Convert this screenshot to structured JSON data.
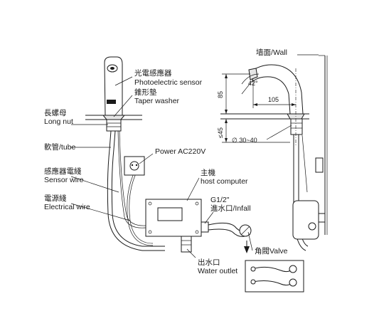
{
  "labels": {
    "photoelectric_sensor_zh": "光電感應器",
    "photoelectric_sensor_en": "Photoelectric sensor",
    "taper_washer_zh": "錐形墊",
    "taper_washer_en": "Taper washer",
    "long_nut_zh": "長螺母",
    "long_nut_en": "Long nut",
    "tube": "軟管/tube",
    "sensor_wire_zh": "感應器電綫",
    "sensor_wire_en": "Sensor wire",
    "electrical_wire_zh": "電源綫",
    "electrical_wire_en": "Electrical wire",
    "power": "Power AC220V",
    "host_computer_zh": "主機",
    "host_computer_en": "host computer",
    "inlet_size": "G1/2\"",
    "infall": "進水口/Infall",
    "valve": "角閥Valve",
    "water_outlet_zh": "出水口",
    "water_outlet_en": "Water outlet",
    "wall": "墙面/Wall"
  },
  "dimensions": {
    "angle": "42°",
    "reach": "105",
    "height": "85",
    "max_thickness": "≤45",
    "hole_diameter": "∅ 30~40"
  }
}
